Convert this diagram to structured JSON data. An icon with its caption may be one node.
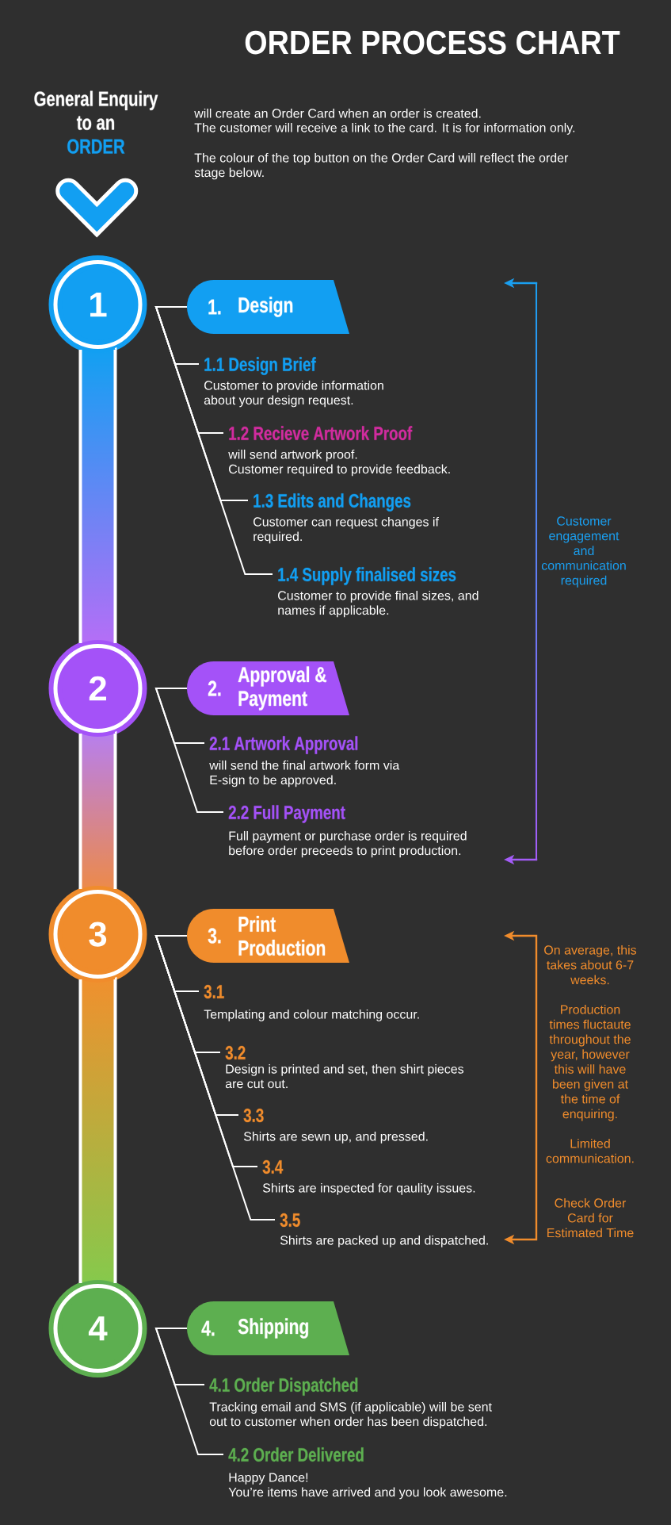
{
  "diagram": {
    "title": "ORDER PROCESS CHART",
    "nodes": [
      {
        "text": [
          "General Enquiry to an",
          "ORDER"
        ]
      },
      {
        "text": [
          "1"
        ]
      },
      {
        "text": [
          "1.",
          "Design"
        ]
      },
      {
        "text": [
          "1.1 Design Brief",
          "Customer to provide information about your design request."
        ]
      },
      {
        "text": [
          "1.2 Recieve Artwork Proof",
          "will send artwork proof.",
          "Customer required to provide feedback."
        ]
      },
      {
        "text": [
          "1.3 Edits and Changes",
          "Customer can request changes if required."
        ]
      },
      {
        "text": [
          "1.4 Supply finalised sizes",
          "Customer to provide final sizes, and names if applicable."
        ]
      },
      {
        "text": [
          "2"
        ]
      },
      {
        "text": [
          "2.",
          "Approval & Payment"
        ]
      },
      {
        "text": [
          "2.1 Artwork Approval",
          "will send the final artwork form via E-sign to be approved."
        ]
      },
      {
        "text": [
          "2.2 Full Payment",
          "Full payment or purchase order is required before order preceeds to print production."
        ]
      },
      {
        "text": [
          "3"
        ]
      },
      {
        "text": [
          "3.",
          "Print Production"
        ]
      },
      {
        "text": [
          "3.1",
          "Templating and colour matching occur."
        ]
      },
      {
        "text": [
          "3.2",
          "Design is printed and set, then shirt pieces are cut out."
        ]
      },
      {
        "text": [
          "3.3",
          "Shirts are sewn up, and pressed."
        ]
      },
      {
        "text": [
          "3.4",
          "Shirts are inspected for qaulity issues."
        ]
      },
      {
        "text": [
          "3.5",
          "Shirts are packed up and dispatched."
        ]
      },
      {
        "text": [
          "4"
        ]
      },
      {
        "text": [
          "4.",
          "Shipping"
        ]
      },
      {
        "text": [
          "4.1 Order Dispatched",
          "Tracking email and SMS (if applicable) will be sent out to customer when order has been dispatched."
        ]
      },
      {
        "text": [
          "4.2 Order Delivered",
          "Happy Dance!",
          "You’re items have arrived and you look awesome."
        ]
      }
    ],
    "edges": [
      {
        "from": 0,
        "to": 1,
        "arrow": "to",
        "style": "thick"
      },
      {
        "from": 1,
        "to": 7,
        "arrow": "none",
        "style": "thick"
      },
      {
        "from": 7,
        "to": 11,
        "arrow": "none",
        "style": "thick"
      },
      {
        "from": 11,
        "to": 18,
        "arrow": "none",
        "style": "thick"
      },
      {
        "from": 2,
        "to": 3,
        "arrow": "none"
      },
      {
        "from": 2,
        "to": 4,
        "arrow": "none"
      },
      {
        "from": 2,
        "to": 5,
        "arrow": "none"
      },
      {
        "from": 2,
        "to": 6,
        "arrow": "none"
      },
      {
        "from": 8,
        "to": 9,
        "arrow": "none"
      },
      {
        "from": 8,
        "to": 10,
        "arrow": "none"
      },
      {
        "from": 12,
        "to": 13,
        "arrow": "none"
      },
      {
        "from": 12,
        "to": 14,
        "arrow": "none"
      },
      {
        "from": 12,
        "to": 15,
        "arrow": "none"
      },
      {
        "from": 12,
        "to": 16,
        "arrow": "none"
      },
      {
        "from": 12,
        "to": 17,
        "arrow": "none"
      },
      {
        "from": 19,
        "to": 20,
        "arrow": "none"
      },
      {
        "from": 19,
        "to": 21,
        "arrow": "none"
      }
    ],
    "labels": [
      "will create an Order Card when an order is created.",
      "The customer will receive a link to the card. It is for information only.",
      "The colour of the top button on the Order Card will reflect the order stage below.",
      "Customer engagement and communication required",
      "On average, this takes about 6-7 weeks.",
      "Production times fluctaute throughout the year, however this will have been given at the time of enquiring.",
      "Limited communication.",
      "Check Order Card for Estimated Time"
    ]
  }
}
